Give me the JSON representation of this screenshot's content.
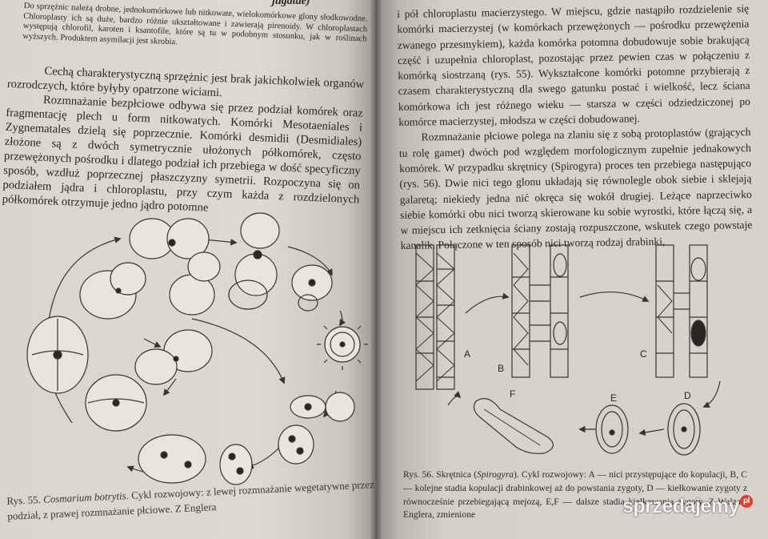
{
  "left_page": {
    "header_fragment": "jugatae)",
    "small_text": "Do sprzężnic należą drobne, jednokomórkowe lub nitkowate, wielokomórkowe glony słodko­wodne. Chloroplasty ich są duże, bardzo różnie ukształtowane i zawierają pirenoidy. W chloro­plastach występują chlorofil, karoten i ksantofile, które są tu w podobnym stosunku, jak w roślinach wyższych. Produktem asymilacji jest skrobia.",
    "para1": "Cechą charakterystyczną sprzężnic jest brak jakichkolwiek organów roz­rodczych, które byłyby opatrzone wiciami.",
    "para2": "Rozmnażanie bezpłciowe odbywa się przez podział komórek oraz frag­mentację plech u form nitkowatych. Komórki Mesotaeniales i Zygnematales dzielą się poprzecznie. Komórki desmidii (Desmidiales) złożone są z dwóch symetrycznie ułożonych półkomórek, często przewężonych pośrodku i dlatego podział ich przebiega w dość specyficzny sposób, wzdłuż poprzecznej płaszczyzny symetrii. Rozpoczyna się on podziałem jądra i chloroplastu, przy czym każda z rozdzielonych półkomórek otrzymuje jedno jądro potomne",
    "caption_label": "Rys. 55.",
    "caption_species": "Cosmarium botrytis",
    "caption_text": ". Cykl rozwojowy: z lewej rozmnażanie wegetatywne przez podział, z prawej rozmnażanie płciowe. Z Englera"
  },
  "right_page": {
    "para1": "i pół chloroplastu macierzystego. W miejscu, gdzie nastąpiło rozdzielenie się komórki macierzystej (w komórkach przewężonych — pośrodku przewęże­nia zwanego przesmykiem), każda komórka potomna dobudowuje sobie brakującą część i uzupełnia chloroplast, pozostając przez pewien czas w połączeniu z komórką siostrzaną (rys. 55). Wykształcone komórki poto­mne przybierają z czasem charakterystyczną dla swego gatunku postać i wielkość, lecz ściana komórkowa ich jest różnego wieku — starsza w części odziedziczonej po komórce macierzystej, młodsza w części dobudowanej.",
    "para2": "Rozmnażanie płciowe polega na zlaniu się z sobą protoplastów (grają­cych tu rolę gamet) dwóch pod względem morfologicznym zupełnie jednako­wych komórek. W przypadku skrętnicy (Spirogyra) proces ten przebiega następująco (rys. 56). Dwie nici tego glonu układają się równolegle obok siebie i sklejają galaretą; niekiedy jedna nić okręca się wokół drugiej. Leżące napr­zeciwko siebie komórki obu nici tworzą skierowane ku sobie wyrostki, które łączą się, a w miejscu ich zetknięcia ściany zostają rozpuszczone, wskutek czego powstaje kanalik. Połączone w ten sposób nici tworzą rodzaj drabinki,",
    "caption_label": "Rys. 56. Skrętnica (",
    "caption_species": "Spirogyra",
    "caption_text": "). Cykl rozwojowy: A — nici przystępujące do kopulacji, B, C — kolejne stadia kopulacji drabinkowej aż do powstania zygoty, D — kiełkowanie zygoty z równocześnie przebiegającą mejozą, E,F — dalsze stadia kiełkowania zygoty. Z Walza i Englera, zmienione",
    "figure_labels": {
      "A": "A",
      "B": "B",
      "C": "C",
      "D": "D",
      "E": "E",
      "F": "F"
    }
  },
  "watermark": {
    "text": "sprzedajemy",
    "badge": "pl"
  },
  "colors": {
    "paper": "#d9d6cf",
    "ink": "#2a2622",
    "watermark_badge": "#e8392b"
  }
}
